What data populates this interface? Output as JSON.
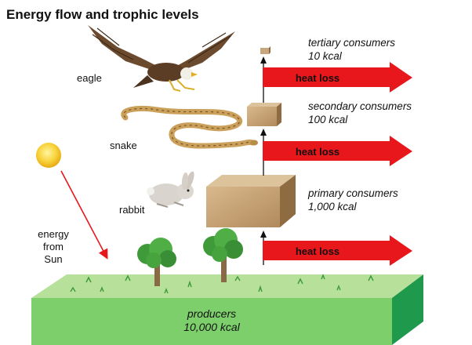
{
  "title": "Energy flow and trophic levels",
  "organisms": {
    "eagle": "eagle",
    "snake": "snake",
    "rabbit": "rabbit"
  },
  "sun_label": [
    "energy",
    "from",
    "Sun"
  ],
  "levels": {
    "tertiary": {
      "name": "tertiary consumers",
      "energy": "10 kcal"
    },
    "secondary": {
      "name": "secondary consumers",
      "energy": "100 kcal"
    },
    "primary": {
      "name": "primary consumers",
      "energy": "1,000 kcal"
    },
    "producers": {
      "name": "producers",
      "energy": "10,000 kcal"
    }
  },
  "heat_loss": [
    "heat loss",
    "heat loss",
    "heat loss"
  ],
  "colors": {
    "arrow_red": "#e8171b",
    "box_tan": "#c8a77e",
    "grass_top": "#a8d889",
    "grass_side": "#2eaa55",
    "sun": "#f4c11a"
  }
}
